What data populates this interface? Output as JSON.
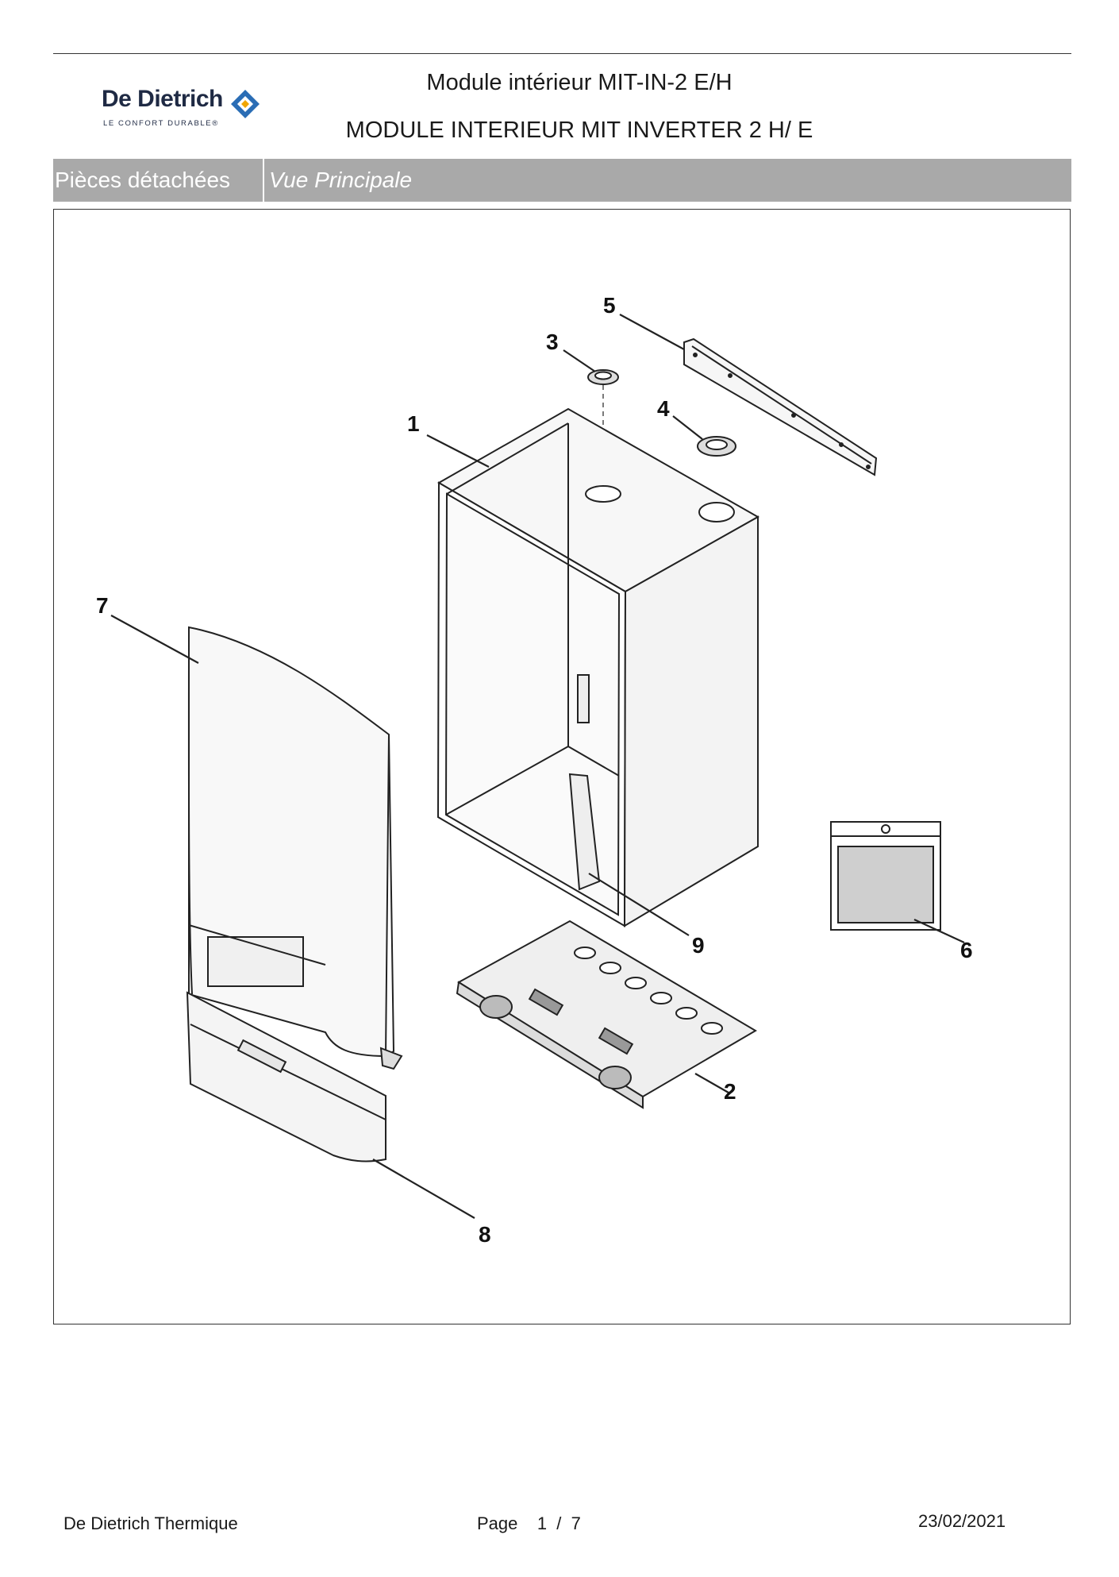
{
  "header": {
    "brand": "De Dietrich",
    "tagline": "LE CONFORT DURABLE®",
    "title_line1": "Module intérieur MIT-IN-2 E/H",
    "title_line2": "MODULE INTERIEUR MIT INVERTER 2 H/ E"
  },
  "section": {
    "category": "Pièces détachées",
    "view": "Vue Principale"
  },
  "drawing": {
    "callouts": [
      "1",
      "2",
      "3",
      "4",
      "5",
      "6",
      "7",
      "8",
      "9"
    ]
  },
  "footer": {
    "company": "De Dietrich Thermique",
    "page": "Page    1  /  7",
    "date": "23/02/2021"
  },
  "colors": {
    "section_bar": "#a9a9a9",
    "brand_navy": "#1f2a44",
    "brand_orange": "#f0a500",
    "brand_blue": "#2a6db5"
  }
}
